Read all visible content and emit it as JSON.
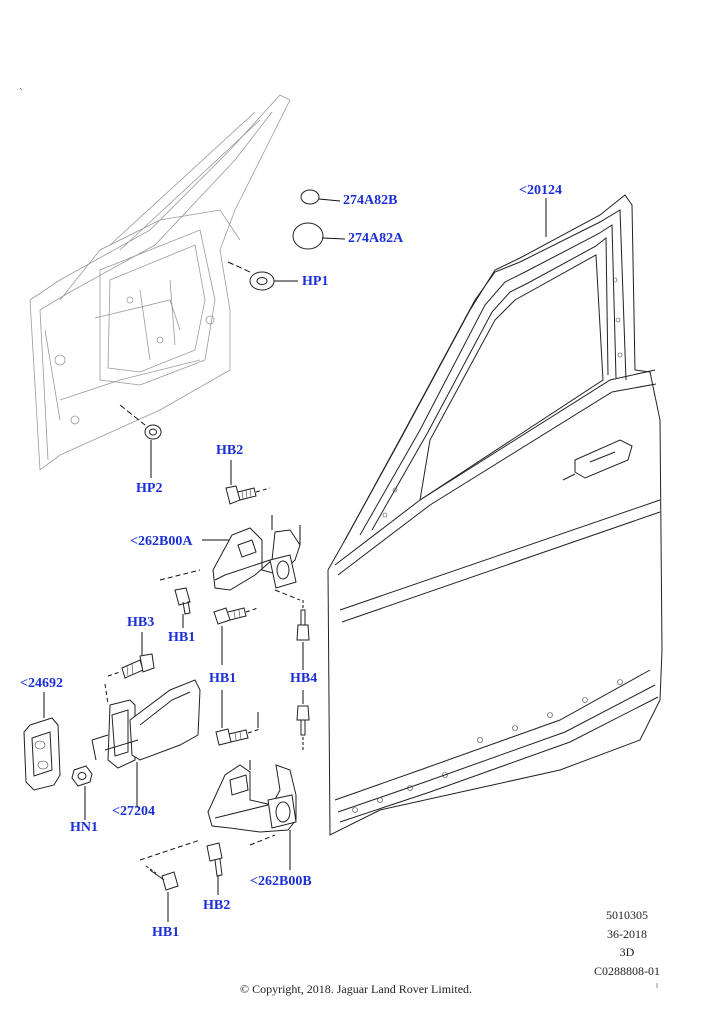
{
  "callouts": {
    "seal_274A82B": "274A82B",
    "seal_274A82A": "274A82A",
    "plug_HP1": "HP1",
    "plug_HP2": "HP2",
    "door_20124": "<20124",
    "bolt_HB2_top": "HB2",
    "hinge_262B00A": "<262B00A",
    "bolt_HB3": "HB3",
    "bolt_HB1_a": "HB1",
    "bolt_HB1_b": "HB1",
    "bolt_HB4": "HB4",
    "pad_24692": "<24692",
    "check_27204": "<27204",
    "nut_HN1": "HN1",
    "hinge_262B00B": "<262B00B",
    "bolt_HB2_bottom": "HB2",
    "bolt_HB1_bottom": "HB1"
  },
  "info": {
    "line1": "5010305",
    "line2": "36-2018",
    "line3": "3D",
    "line4": "C0288808-01"
  },
  "copyright": "© Copyright, 2018. Jaguar Land Rover Limited."
}
